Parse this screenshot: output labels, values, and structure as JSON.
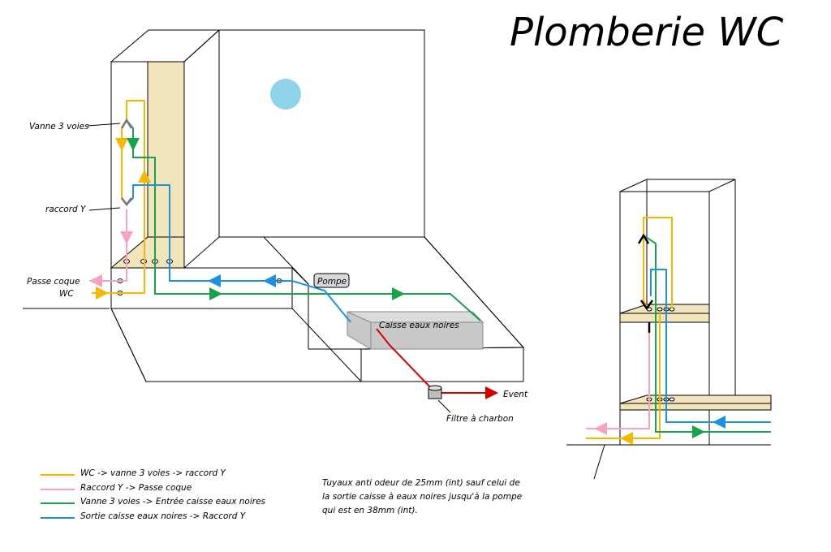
{
  "title": "Plomberie WC",
  "labels": {
    "vanne_3_voies": "Vanne 3 voies",
    "raccord_y": "raccord Y",
    "passe_coque": "Passe coque",
    "wc": "WC",
    "pompe": "Pompe",
    "caisse_eaux_noires": "Caisse eaux noires",
    "event": "Event",
    "filtre_charbon": "Filtre à charbon"
  },
  "legend": [
    {
      "color": "#f5b800",
      "label": "WC -> vanne 3 voies -> raccord Y"
    },
    {
      "color": "#f7a3c0",
      "label": "Raccord Y -> Passe coque"
    },
    {
      "color": "#16a34a",
      "label": "Vanne 3 voies -> Entrée caisse eaux noires"
    },
    {
      "color": "#1e90e0",
      "label": "Sortie caisse eaux noires -> Raccord Y"
    }
  ],
  "note": "Tuyaux anti odeur de 25mm (int) sauf celui de la sortie caisse à eaux noires jusqu'à la pompe qui est en 38mm (int).",
  "colors": {
    "yellow": "#f5b800",
    "pink": "#f7a3c0",
    "green": "#16a34a",
    "blue": "#1e90e0",
    "red": "#d40000",
    "wood": "#f2e4bb",
    "porthole": "#8fd3ea",
    "tank": "#c8c8c8"
  }
}
